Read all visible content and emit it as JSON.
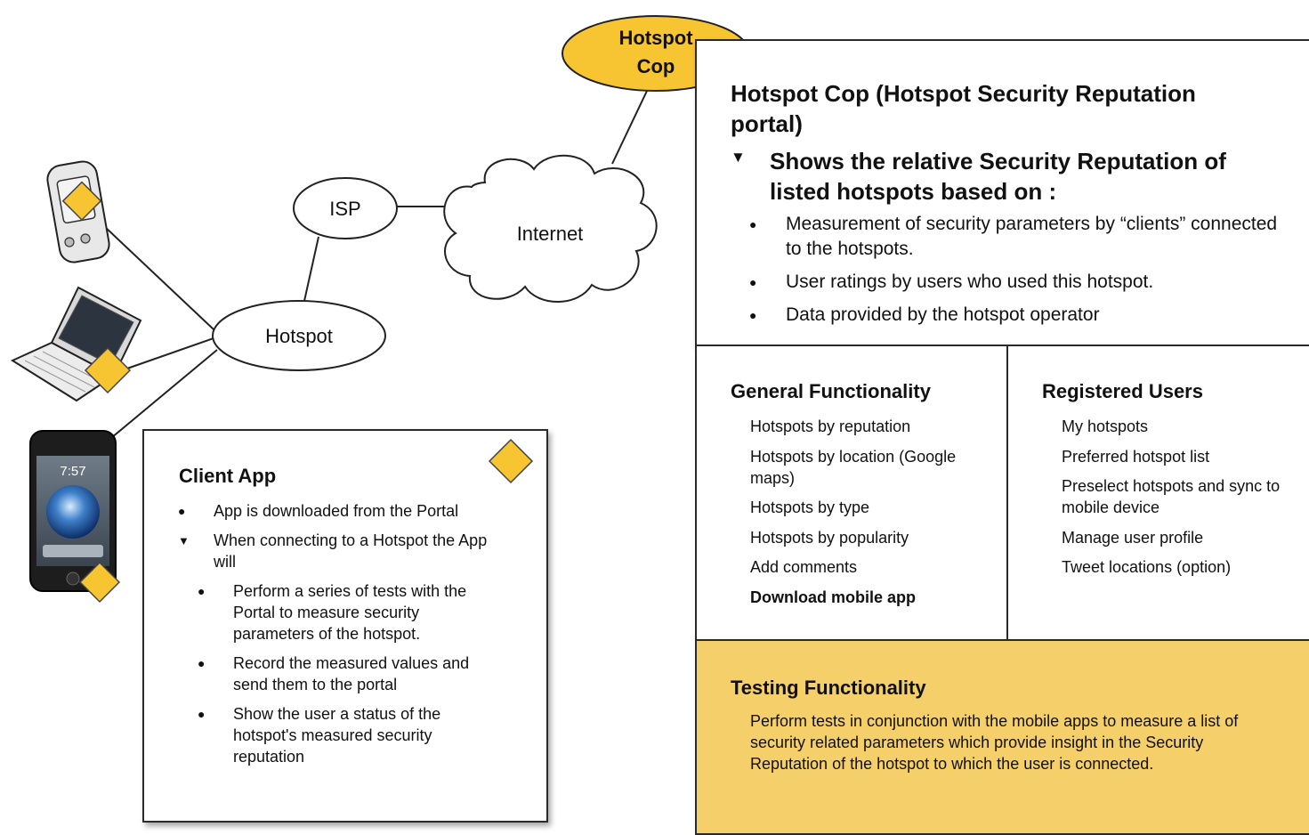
{
  "colors": {
    "accent": "#f5cf6a",
    "diamond": "#f7c531",
    "hub_cop": "#f7c531"
  },
  "network": {
    "hotspot_cop_line1": "Hotspot",
    "hotspot_cop_line2": "Cop",
    "isp": "ISP",
    "internet": "Internet",
    "hotspot": "Hotspot",
    "phone_clock": "7:57"
  },
  "portal": {
    "title": "Hotspot Cop (Hotspot Security Reputation portal)",
    "subtitle": "Shows the relative Security Reputation of listed hotspots based on :",
    "bullets": [
      "Measurement of security parameters by “clients” connected to the hotspots.",
      "User ratings by users who used this hotspot.",
      "Data provided by the hotspot operator"
    ]
  },
  "general": {
    "title": "General Functionality",
    "items": [
      "Hotspots by reputation",
      "Hotspots by location (Google maps)",
      "Hotspots by type",
      "Hotspots by popularity",
      "Add comments",
      "Download mobile app"
    ]
  },
  "registered": {
    "title": "Registered Users",
    "items": [
      "My hotspots",
      "Preferred hotspot list",
      "Preselect hotspots and sync to mobile device",
      "Manage user profile",
      "Tweet locations (option)"
    ]
  },
  "testing": {
    "title": "Testing Functionality",
    "description": "Perform tests in conjunction with the mobile apps to measure a list of security related parameters which provide insight in the Security Reputation of the hotspot to which the user is connected."
  },
  "client": {
    "title": "Client App",
    "items": [
      "App is downloaded from the Portal",
      "When connecting to a Hotspot the App will"
    ],
    "subitems": [
      "Perform a series of tests with the Portal to measure security parameters of the hotspot.",
      "Record the measured values and send them to the portal",
      "Show the user a status of the hotspot's measured security reputation"
    ]
  }
}
